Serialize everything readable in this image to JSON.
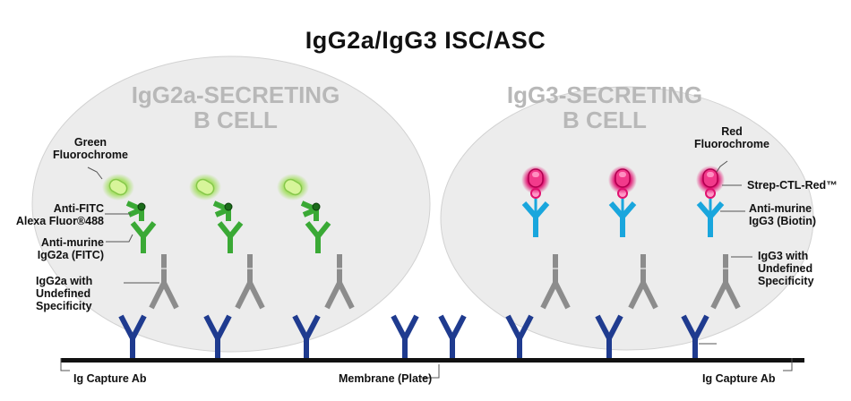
{
  "title": "IgG2a/IgG3 ISC/ASC",
  "cells": {
    "left": {
      "line1": "IgG2a-SECRETING",
      "line2": "B CELL"
    },
    "right": {
      "line1": "IgG3-SECRETING",
      "line2": "B CELL"
    }
  },
  "labels": {
    "green_fluoro": {
      "line1": "Green",
      "line2": "Fluorochrome"
    },
    "anti_fitc": {
      "line1": "Anti-FITC",
      "line2": "Alexa Fluor®488"
    },
    "anti_murine_igg2a": {
      "line1": "Anti-murine",
      "line2": "IgG2a (FITC)"
    },
    "igg2a_undefined": {
      "line1": "IgG2a with",
      "line2": "Undefined",
      "line3": "Specificity"
    },
    "red_fluoro": {
      "line1": "Red",
      "line2": "Fluorochrome"
    },
    "strep": "Strep-CTL-Red™",
    "anti_murine_igg3": {
      "line1": "Anti-murine",
      "line2": "IgG3 (Biotin)"
    },
    "igg3_undefined": {
      "line1": "IgG3 with",
      "line2": "Undefined",
      "line3": "Specificity"
    },
    "capture_left": "Ig Capture Ab",
    "capture_right": "Ig Capture Ab",
    "membrane": "Membrane (Plate)"
  },
  "colors": {
    "cell_fill": "#ececec",
    "capture": "#1f3b8f",
    "igg_gray": "#8c8c8c",
    "green": "#3aa935",
    "green_glow": "#a9e06b",
    "blue": "#19a6dd",
    "pink": "#e0106f",
    "membrane": "#111111"
  }
}
